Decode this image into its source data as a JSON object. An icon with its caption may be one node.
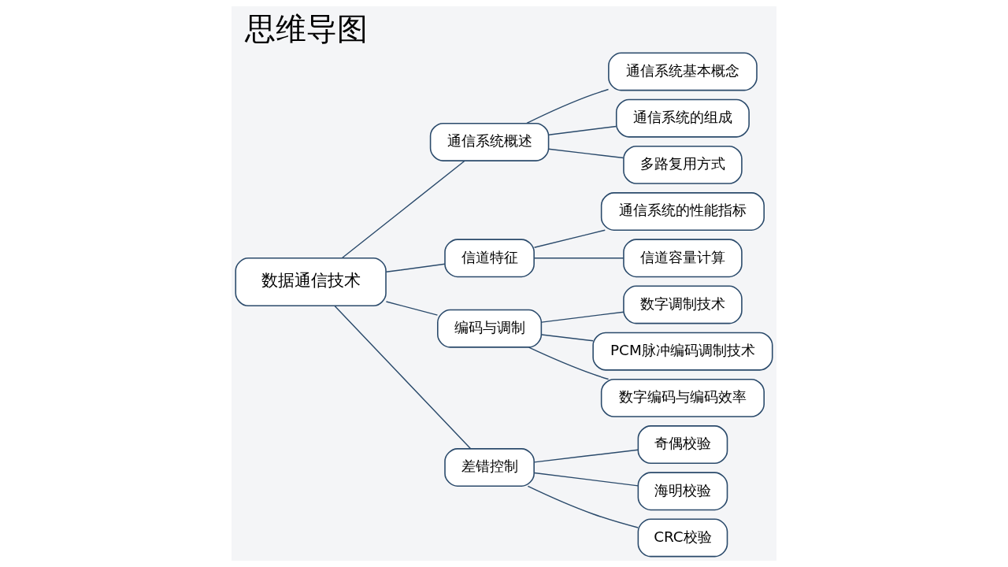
{
  "diagram": {
    "title": "思维导图",
    "nodes": [
      {
        "text": [
          "数据通信技术"
        ]
      },
      {
        "text": [
          "通信系统概述"
        ]
      },
      {
        "text": [
          "通信系统基本概念"
        ]
      },
      {
        "text": [
          "通信系统的组成"
        ]
      },
      {
        "text": [
          "多路复用方式"
        ]
      },
      {
        "text": [
          "信道特征"
        ]
      },
      {
        "text": [
          "通信系统的性能指标"
        ]
      },
      {
        "text": [
          "信道容量计算"
        ]
      },
      {
        "text": [
          "编码与调制"
        ]
      },
      {
        "text": [
          "数字调制技术"
        ]
      },
      {
        "text": [
          "PCM脉冲编码调制技术"
        ]
      },
      {
        "text": [
          "数字编码与编码效率"
        ]
      },
      {
        "text": [
          "差错控制"
        ]
      },
      {
        "text": [
          "奇偶校验"
        ]
      },
      {
        "text": [
          "海明校验"
        ]
      },
      {
        "text": [
          "CRC校验"
        ]
      }
    ],
    "edges": [
      {
        "from": 0,
        "to": 1,
        "arrow": "none"
      },
      {
        "from": 1,
        "to": 2,
        "arrow": "none"
      },
      {
        "from": 1,
        "to": 3,
        "arrow": "none"
      },
      {
        "from": 1,
        "to": 4,
        "arrow": "none"
      },
      {
        "from": 0,
        "to": 5,
        "arrow": "none"
      },
      {
        "from": 5,
        "to": 6,
        "arrow": "none"
      },
      {
        "from": 5,
        "to": 7,
        "arrow": "none"
      },
      {
        "from": 0,
        "to": 8,
        "arrow": "none"
      },
      {
        "from": 8,
        "to": 9,
        "arrow": "none"
      },
      {
        "from": 8,
        "to": 10,
        "arrow": "none"
      },
      {
        "from": 8,
        "to": 11,
        "arrow": "none"
      },
      {
        "from": 0,
        "to": 12,
        "arrow": "none"
      },
      {
        "from": 12,
        "to": 13,
        "arrow": "none"
      },
      {
        "from": 12,
        "to": 14,
        "arrow": "none"
      },
      {
        "from": 12,
        "to": 15,
        "arrow": "none"
      }
    ]
  }
}
